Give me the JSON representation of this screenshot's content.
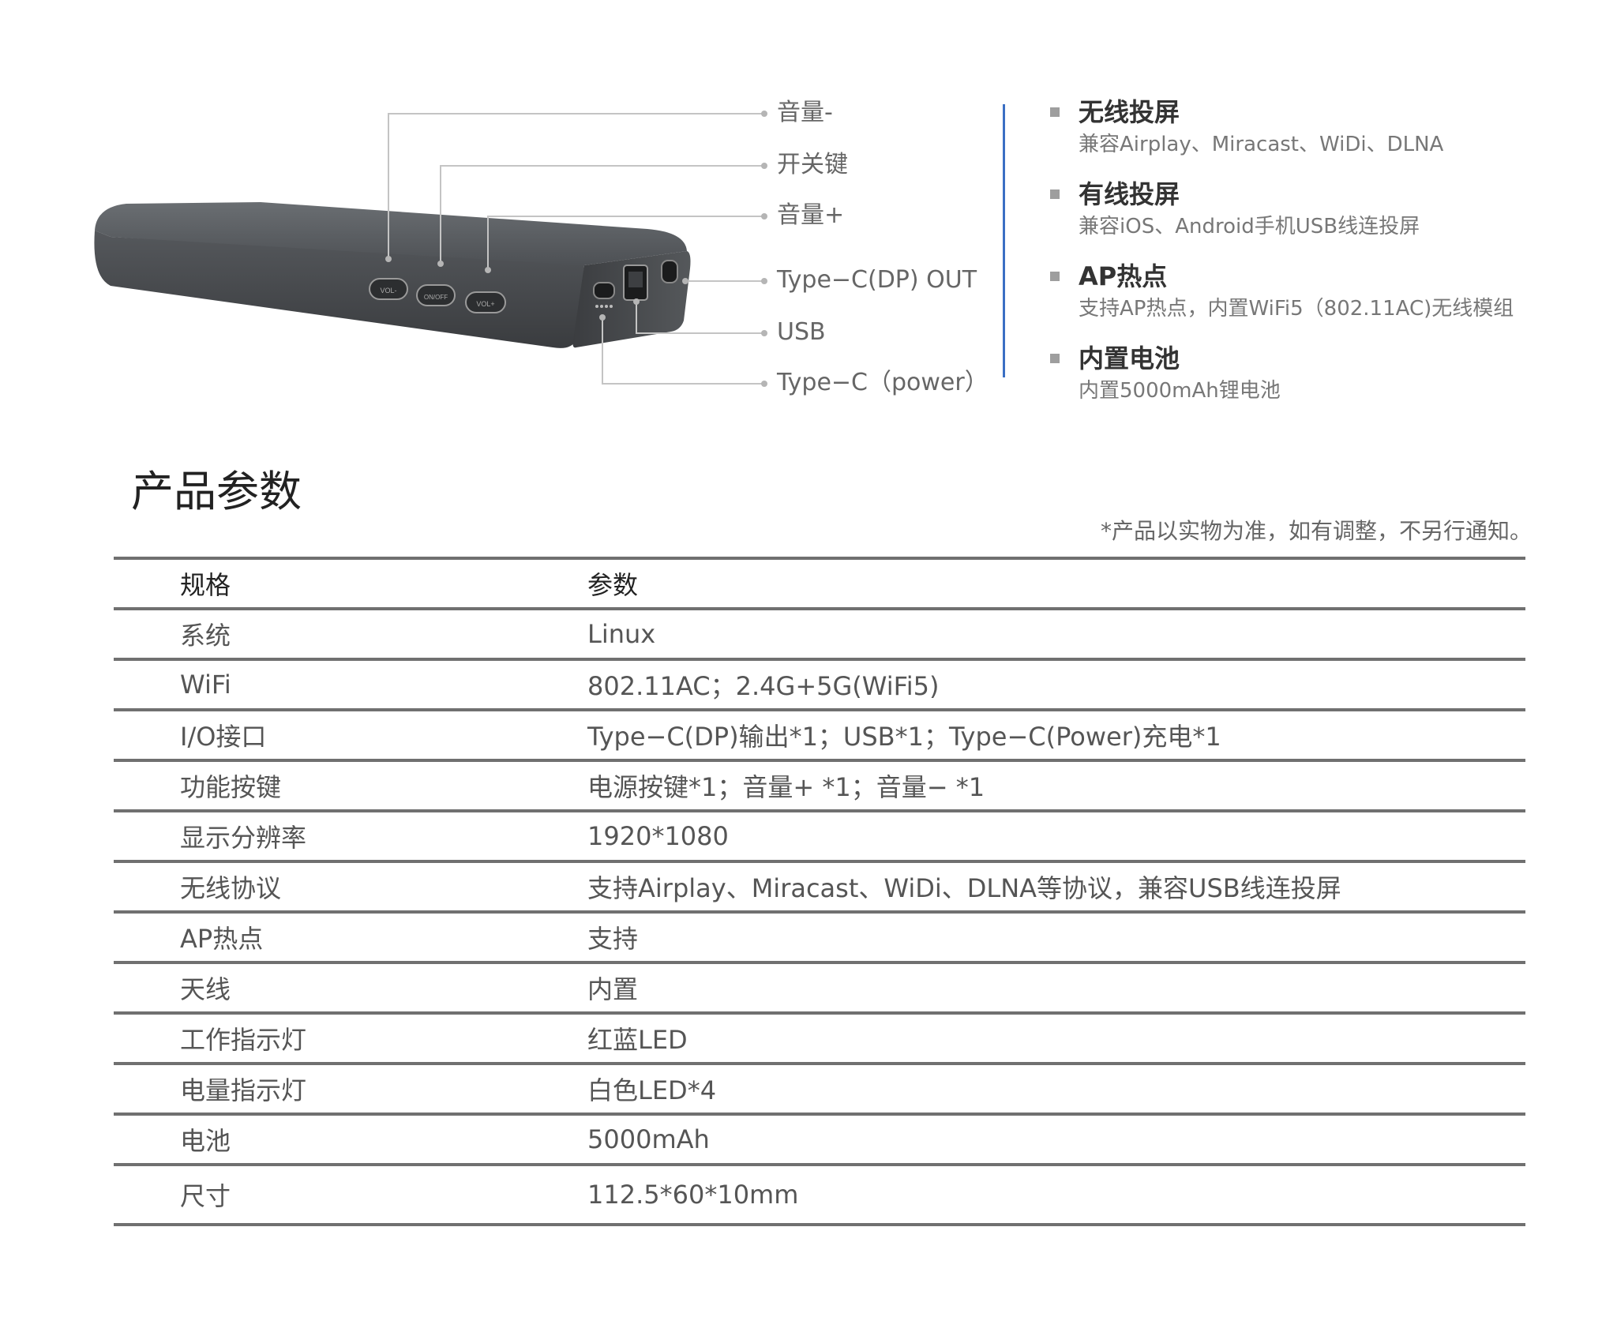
{
  "callouts": {
    "vol_minus": "音量-",
    "power": "开关键",
    "vol_plus": "音量+",
    "typec_dp_out": "Type−C(DP) OUT",
    "usb": "USB",
    "typec_power": "Type−C（power）"
  },
  "device_buttons": {
    "b1": "VOL-",
    "b2": "ON/OFF",
    "b3": "VOL+"
  },
  "features": [
    {
      "title": "无线投屏",
      "desc": "兼容Airplay、Miracast、WiDi、DLNA"
    },
    {
      "title": "有线投屏",
      "desc": "兼容iOS、Android手机USB线连投屏"
    },
    {
      "title": "AP热点",
      "desc": "支持AP热点，内置WiFi5（802.11AC)无线模组"
    },
    {
      "title": "内置电池",
      "desc": "内置5000mAh锂电池"
    }
  ],
  "section_title": "产品参数",
  "disclaimer": "*产品以实物为准，如有调整，不另行通知。",
  "table": {
    "header": {
      "spec": "规格",
      "param": "参数"
    },
    "rows": [
      {
        "spec": "系统",
        "param": "Linux"
      },
      {
        "spec": "WiFi",
        "param": "802.11AC；2.4G+5G(WiFi5)"
      },
      {
        "spec": "I/O接口",
        "param": "Type−C(DP)输出*1；USB*1；Type−C(Power)充电*1"
      },
      {
        "spec": "功能按键",
        "param": "电源按键*1；音量+ *1；音量− *1"
      },
      {
        "spec": "显示分辨率",
        "param": "1920*1080"
      },
      {
        "spec": "无线协议",
        "param": "支持Airplay、Miracast、WiDi、DLNA等协议，兼容USB线连投屏"
      },
      {
        "spec": "AP热点",
        "param": "支持"
      },
      {
        "spec": "天线",
        "param": "内置"
      },
      {
        "spec": "工作指示灯",
        "param": "红蓝LED"
      },
      {
        "spec": "电量指示灯",
        "param": "白色LED*4"
      },
      {
        "spec": "电池",
        "param": "5000mAh"
      },
      {
        "spec": "尺寸",
        "param": "112.5*60*10mm"
      }
    ]
  },
  "colors": {
    "accent_line": "#3a6fc4",
    "device_body": "#4a4d50",
    "rule": "#707070"
  }
}
